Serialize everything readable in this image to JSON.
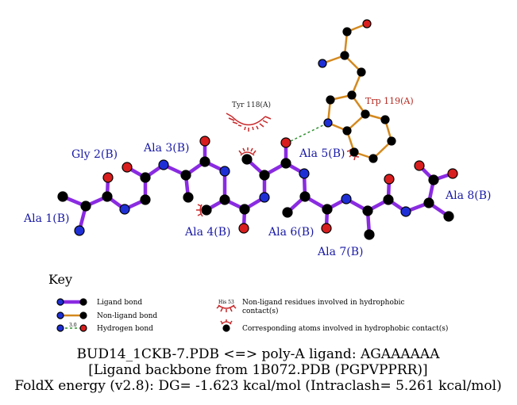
{
  "residues": {
    "ala1": "Ala 1(B)",
    "gly2": "Gly 2(B)",
    "ala3": "Ala 3(B)",
    "ala4": "Ala 4(B)",
    "ala5": "Ala 5(B)",
    "ala6": "Ala 6(B)",
    "ala7": "Ala 7(B)",
    "ala8": "Ala 8(B)",
    "trp119": "Trp 119(A)",
    "tyr118": "Tyr 118(A)"
  },
  "key": {
    "title": "Key",
    "ligand_bond": "Ligand bond",
    "nonligand_bond": "Non-ligand bond",
    "hydrogen_bond": "Hydrogen bond",
    "hbond_distance": "3.0",
    "example_residue": "His 53",
    "hydrophobic_residues_line1": "Non-ligand residues involved in hydrophobic",
    "hydrophobic_residues_line2": "contact(s)",
    "hydrophobic_atoms": "Corresponding atoms involved in hydrophobic contact(s)"
  },
  "caption": {
    "line1": "BUD14_1CKB-7.PDB <=> poly-A ligand: AGAAAAAA",
    "line2": "[Ligand backbone from 1B072.PDB (PGPVPPRR)]",
    "line3": "FoldX energy (v2.8): DG= -1.623 kcal/mol (Intraclash= 5.261 kcal/mol)"
  },
  "colors": {
    "ligand_bond": "#8a2be2",
    "nonligand_bond": "#d4891e",
    "hydrogen_bond": "#2f8f2f",
    "carbon": "#000000",
    "nitrogen": "#1f2fd6",
    "oxygen": "#d81e1e",
    "hydrophobic": "#c8282a",
    "ligand_label": "#1a1aa6",
    "protein_label": "#b3261e"
  }
}
